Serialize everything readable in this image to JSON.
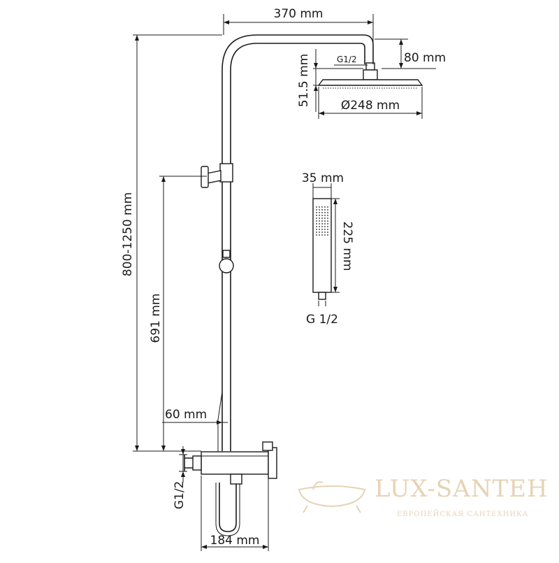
{
  "dimensions": {
    "arm_length": "370 mm",
    "arm_drop": "80 mm",
    "head_thread": "G1/2",
    "head_height": "51.5 mm",
    "head_diameter": "Ø248 mm",
    "total_height": "800-1250 mm",
    "holder_height": "691 mm",
    "mixer_offset": "60 mm",
    "inlet_thread": "G1/2",
    "mixer_width": "184 mm",
    "hand_shower_width": "35 mm",
    "hand_shower_length": "225 mm",
    "hand_shower_thread": "G 1/2"
  },
  "watermark": {
    "brand": "LUX-SANTEH",
    "tagline": "ЕВРОПЕЙСКАЯ САНТЕХНИКА",
    "logo_icon": "bathtub-icon",
    "color": "#e6d3b5"
  }
}
